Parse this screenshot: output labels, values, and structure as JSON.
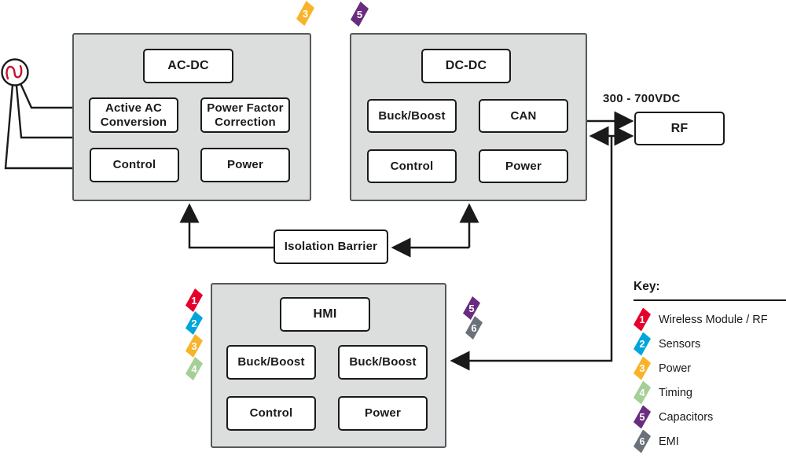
{
  "colors": {
    "panel_fill": "#dcdddd",
    "panel_border": "#55585c",
    "box_border": "#1a1a1a",
    "line": "#1a1a1a",
    "ac_wave": "#c8102e",
    "red": "#e4002b",
    "blue": "#00a5d9",
    "yellow": "#f8b329",
    "green": "#a5cf96",
    "purple": "#6a2c7e",
    "gray": "#6b7178"
  },
  "diagram": {
    "voltage_label": "300 - 700VDC",
    "acdc": {
      "title": "AC-DC",
      "cells": [
        "Active AC Conversion",
        "Power Factor Correction",
        "Control",
        "Power"
      ],
      "badge": {
        "num": "3",
        "color": "#f8b329"
      }
    },
    "dcdc": {
      "title": "DC-DC",
      "cells": [
        "Buck/Boost",
        "CAN",
        "Control",
        "Power"
      ],
      "badge": {
        "num": "5",
        "color": "#6a2c7e"
      }
    },
    "hmi": {
      "title": "HMI",
      "cells": [
        "Buck/Boost",
        "Buck/Boost",
        "Control",
        "Power"
      ],
      "badges_left": [
        {
          "num": "1",
          "color": "#e4002b"
        },
        {
          "num": "2",
          "color": "#00a5d9"
        },
        {
          "num": "3",
          "color": "#f8b329"
        },
        {
          "num": "4",
          "color": "#a5cf96"
        }
      ],
      "badges_right": [
        {
          "num": "5",
          "color": "#6a2c7e"
        },
        {
          "num": "6",
          "color": "#6b7178"
        }
      ]
    },
    "isolation": {
      "title": "Isolation Barrier"
    },
    "rf": {
      "title": "RF"
    }
  },
  "key": {
    "title": "Key:",
    "items": [
      {
        "num": "1",
        "color": "#e4002b",
        "label": "Wireless Module / RF"
      },
      {
        "num": "2",
        "color": "#00a5d9",
        "label": "Sensors"
      },
      {
        "num": "3",
        "color": "#f8b329",
        "label": "Power"
      },
      {
        "num": "4",
        "color": "#a5cf96",
        "label": "Timing"
      },
      {
        "num": "5",
        "color": "#6a2c7e",
        "label": "Capacitors"
      },
      {
        "num": "6",
        "color": "#6b7178",
        "label": "EMI"
      }
    ]
  }
}
